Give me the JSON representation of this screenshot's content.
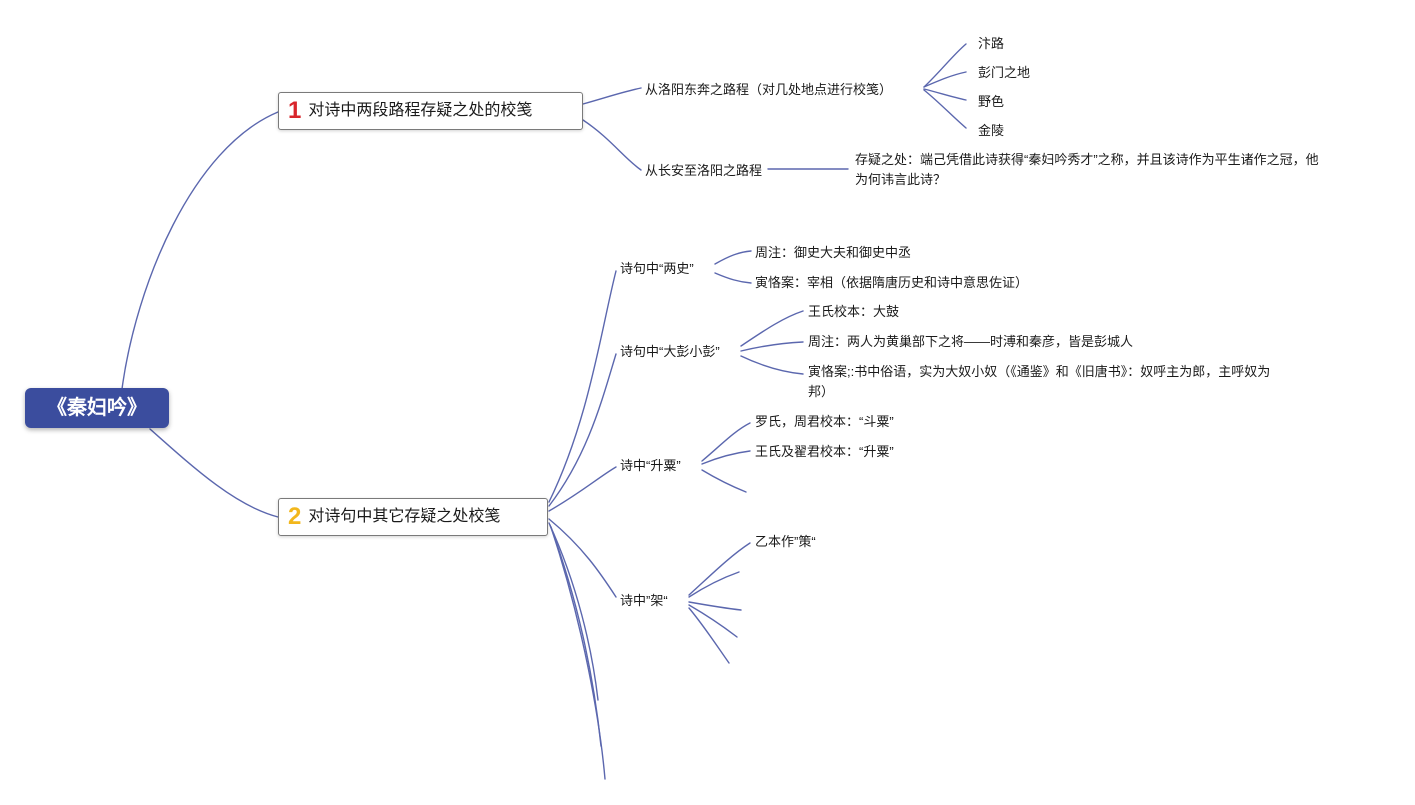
{
  "theme": {
    "root_bg": "#3b4d9e",
    "root_text": "#ffffff",
    "line_color": "#5b67ae",
    "number1_color": "#d8262c",
    "number2_color": "#f2b71c",
    "box_border": "#7a7a7a",
    "text_color": "#1a1a1a"
  },
  "root": {
    "label": "《秦妇吟》"
  },
  "branch1": {
    "number": "1",
    "label": "对诗中两段路程存疑之处的校笺",
    "children": [
      {
        "label": "从洛阳东奔之路程（对几处地点进行校笺）",
        "children": [
          "汴路",
          "彭门之地",
          "野色",
          "金陵"
        ]
      },
      {
        "label": "从长安至洛阳之路程",
        "children": [
          "存疑之处：端己凭借此诗获得“秦妇吟秀才”之称，并且该诗作为平生诸作之冠，他为何讳言此诗？"
        ]
      }
    ]
  },
  "branch2": {
    "number": "2",
    "label": "对诗句中其它存疑之处校笺",
    "children": [
      {
        "label": "诗句中“两史”",
        "children": [
          "周注：御史大夫和御史中丞",
          "寅恪案：宰相（依据隋唐历史和诗中意思佐证）"
        ]
      },
      {
        "label": "诗句中“大彭小彭”",
        "children": [
          "王氏校本：大鼓",
          "周注：两人为黄巢部下之将——时溥和秦彦，皆是彭城人",
          "寅恪案;:书中俗语，实为大奴小奴（《通鉴》和《旧唐书》：奴呼主为郎，主呼奴为邦）"
        ]
      },
      {
        "label": "诗中“升粟”",
        "children": [
          "罗氏，周君校本：“斗粟”",
          "王氏及翟君校本：“升粟”"
        ]
      },
      {
        "label": "诗中”架“",
        "children": [
          "乙本作”策“"
        ]
      }
    ]
  }
}
